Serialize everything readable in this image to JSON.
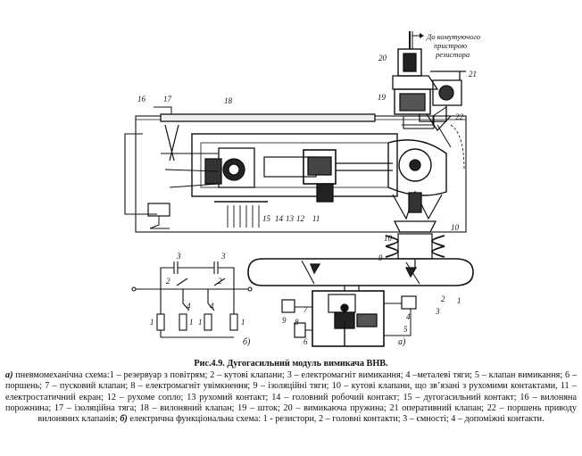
{
  "figure": {
    "callout_labels": {
      "n1": "1",
      "n2": "2",
      "n3": "3",
      "n4": "4",
      "n5": "5",
      "n6": "6",
      "n7": "7",
      "n8": "8",
      "n9": "9",
      "n10": "10",
      "n11": "11",
      "n12": "12",
      "n13": "13",
      "n14": "14",
      "n15": "15",
      "n16": "16",
      "n17": "17",
      "n18": "18",
      "n19": "19",
      "n20": "20",
      "n21": "21",
      "n22": "22"
    },
    "note_line1": "До комутуючого",
    "note_line2": "пристрою",
    "note_line3": "резистора",
    "panel_a": "a)",
    "panel_b": "б)"
  },
  "caption": {
    "title": "Рис.4.9. Дугогасильний модуль вимикача ВНВ.",
    "a_label": "а)",
    "body": " пневмомеханічна схема:1 – резервуар з повітрям; 2 – кутові клапани; 3 – електромагніт вимикання; 4 –металеві тяги; 5 – клапан вимикання; 6 – поршень; 7 – пусковий клапан; 8 – електромагніт увімкнення; 9 – ізоляційні тяги; 10 – кутові клапани, що зв’язані з рухомими контактами, 11 – електростатичний екран; 12 – рухоме сопло; 13 рухомий контакт; 14 – головний робочий контакт; 15 – дугогасильний контакт; 16 – вилоняна порожнина; 17 – ізоляційна тяга; 18 – вилоняний клапан; 19 – шток; 20 – вимикаюча пружина; 21 оперативний клапан; 22 – поршень приводу вилоняних клапанів;",
    "b_label": "б)",
    "body2": " електрична функціональна схема: 1 - резистори, 2 – головні контакти; 3 – ємності; 4 – допоміжні контакти."
  }
}
